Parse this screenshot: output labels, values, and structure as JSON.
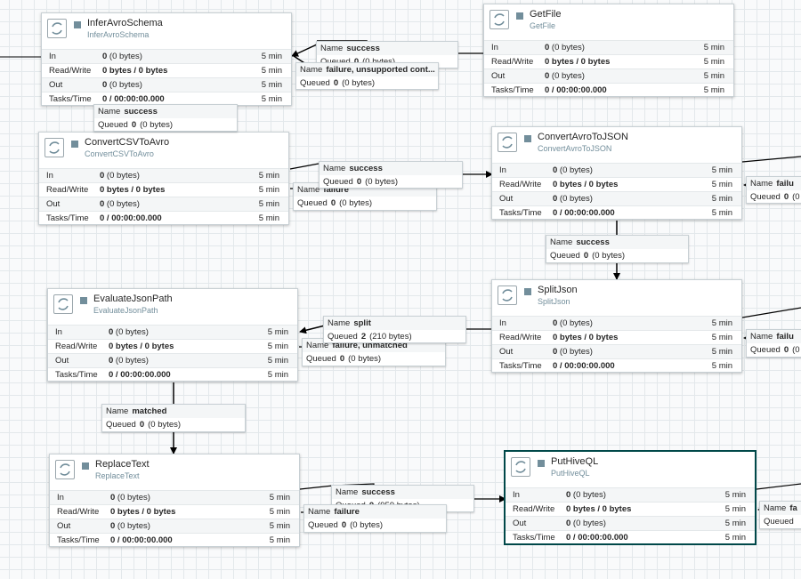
{
  "processors": {
    "infer": {
      "name": "InferAvroSchema",
      "type": "InferAvroSchema",
      "stats": {
        "in": "0",
        "in_bytes": " (0 bytes)",
        "rw": "0 bytes / 0 bytes",
        "out": "0",
        "out_bytes": " (0 bytes)",
        "tasks": "0 / 00:00:00.000",
        "window": "5 min"
      }
    },
    "getfile": {
      "name": "GetFile",
      "type": "GetFile",
      "stats": {
        "in": "0",
        "in_bytes": " (0 bytes)",
        "rw": "0 bytes / 0 bytes",
        "out": "0",
        "out_bytes": " (0 bytes)",
        "tasks": "0 / 00:00:00.000",
        "window": "5 min"
      }
    },
    "csv2avro": {
      "name": "ConvertCSVToAvro",
      "type": "ConvertCSVToAvro",
      "stats": {
        "in": "0",
        "in_bytes": " (0 bytes)",
        "rw": "0 bytes / 0 bytes",
        "out": "0",
        "out_bytes": " (0 bytes)",
        "tasks": "0 / 00:00:00.000",
        "window": "5 min"
      }
    },
    "avro2json": {
      "name": "ConvertAvroToJSON",
      "type": "ConvertAvroToJSON",
      "stats": {
        "in": "0",
        "in_bytes": " (0 bytes)",
        "rw": "0 bytes / 0 bytes",
        "out": "0",
        "out_bytes": " (0 bytes)",
        "tasks": "0 / 00:00:00.000",
        "window": "5 min"
      }
    },
    "evaljson": {
      "name": "EvaluateJsonPath",
      "type": "EvaluateJsonPath",
      "stats": {
        "in": "0",
        "in_bytes": " (0 bytes)",
        "rw": "0 bytes / 0 bytes",
        "out": "0",
        "out_bytes": " (0 bytes)",
        "tasks": "0 / 00:00:00.000",
        "window": "5 min"
      }
    },
    "splitjson": {
      "name": "SplitJson",
      "type": "SplitJson",
      "stats": {
        "in": "0",
        "in_bytes": " (0 bytes)",
        "rw": "0 bytes / 0 bytes",
        "out": "0",
        "out_bytes": " (0 bytes)",
        "tasks": "0 / 00:00:00.000",
        "window": "5 min"
      }
    },
    "replacetext": {
      "name": "ReplaceText",
      "type": "ReplaceText",
      "stats": {
        "in": "0",
        "in_bytes": " (0 bytes)",
        "rw": "0 bytes / 0 bytes",
        "out": "0",
        "out_bytes": " (0 bytes)",
        "tasks": "0 / 00:00:00.000",
        "window": "5 min"
      }
    },
    "puthiveql": {
      "name": "PutHiveQL",
      "type": "PutHiveQL",
      "stats": {
        "in": "0",
        "in_bytes": " (0 bytes)",
        "rw": "0 bytes / 0 bytes",
        "out": "0",
        "out_bytes": " (0 bytes)",
        "tasks": "0 / 00:00:00.000",
        "window": "5 min"
      }
    }
  },
  "stat_labels": {
    "in": "In",
    "rw": "Read/Write",
    "out": "Out",
    "tasks": "Tasks/Time"
  },
  "conn_labels": {
    "name": "Name",
    "queued": "Queued"
  },
  "connections": {
    "c1": {
      "relationship": "success",
      "count": "0",
      "bytes": "(0 bytes)"
    },
    "c2": {
      "relationship": "failure, unsupported cont...",
      "count": "0",
      "bytes": "(0 bytes)"
    },
    "c3": {
      "relationship": "success",
      "count": "0",
      "bytes": "(0 bytes)"
    },
    "c4": {
      "relationship": "success",
      "count": "0",
      "bytes": "(0 bytes)"
    },
    "c5": {
      "relationship": "failure",
      "count": "0",
      "bytes": "(0 bytes)"
    },
    "c6": {
      "relationship": "failu",
      "count": "0",
      "bytes": "(0"
    },
    "c7": {
      "relationship": "success",
      "count": "0",
      "bytes": "(0 bytes)"
    },
    "c8": {
      "relationship": "split",
      "count": "2",
      "bytes": "(210 bytes)"
    },
    "c9": {
      "relationship": "failure, unmatched",
      "count": "0",
      "bytes": "(0 bytes)"
    },
    "c10": {
      "relationship": "failu",
      "count": "0",
      "bytes": "(0"
    },
    "c11": {
      "relationship": "matched",
      "count": "0",
      "bytes": "(0 bytes)"
    },
    "c12": {
      "relationship": "success",
      "count": "0",
      "bytes": "(959 bytes)"
    },
    "c13": {
      "relationship": "failure",
      "count": "0",
      "bytes": "(0 bytes)"
    },
    "c14": {
      "relationship": "fa",
      "count": "",
      "bytes": ""
    }
  },
  "colors": {
    "run_state": "#728e9b",
    "selected_border": "#004849",
    "connector": "#000000"
  },
  "icons": {
    "processor": "processor-icon",
    "run_state": "stopped-square-icon",
    "arrow": "arrowhead-icon"
  }
}
